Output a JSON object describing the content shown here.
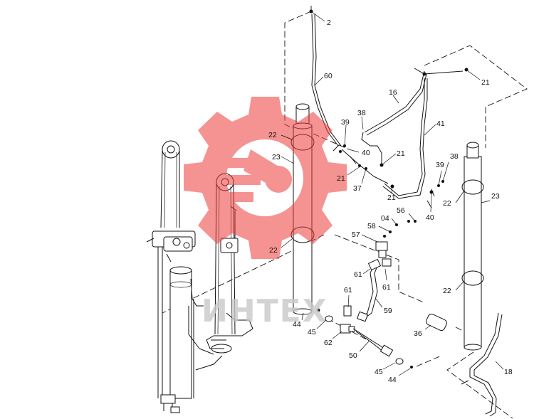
{
  "diagram": {
    "watermark_text": "ИНТЕХ",
    "labels": {
      "p2": "2",
      "p60": "60",
      "p16": "16",
      "p21a": "21",
      "p38a": "38",
      "p39a": "39",
      "p41": "41",
      "p22a": "22",
      "p23a": "23",
      "p40a": "40",
      "p21b": "21",
      "p21c": "21",
      "p37": "37",
      "p21d": "21",
      "p38b": "38",
      "p39b": "39",
      "p23b": "23",
      "p22b": "22",
      "p40b": "40",
      "p56": "56",
      "p04": "04",
      "p58": "58",
      "p57": "57",
      "p22c": "22",
      "p61a": "61",
      "p61b": "61",
      "p61c": "61",
      "p59": "59",
      "p22d": "22",
      "p44a": "44",
      "p45a": "45",
      "p62": "62",
      "p36": "36",
      "p50": "50",
      "p45b": "45",
      "p44b": "44",
      "p18": "18"
    }
  },
  "colors": {
    "line": "#111111",
    "watermark_gear": "#ee3b3b",
    "watermark_text": "#c9c9c9"
  }
}
